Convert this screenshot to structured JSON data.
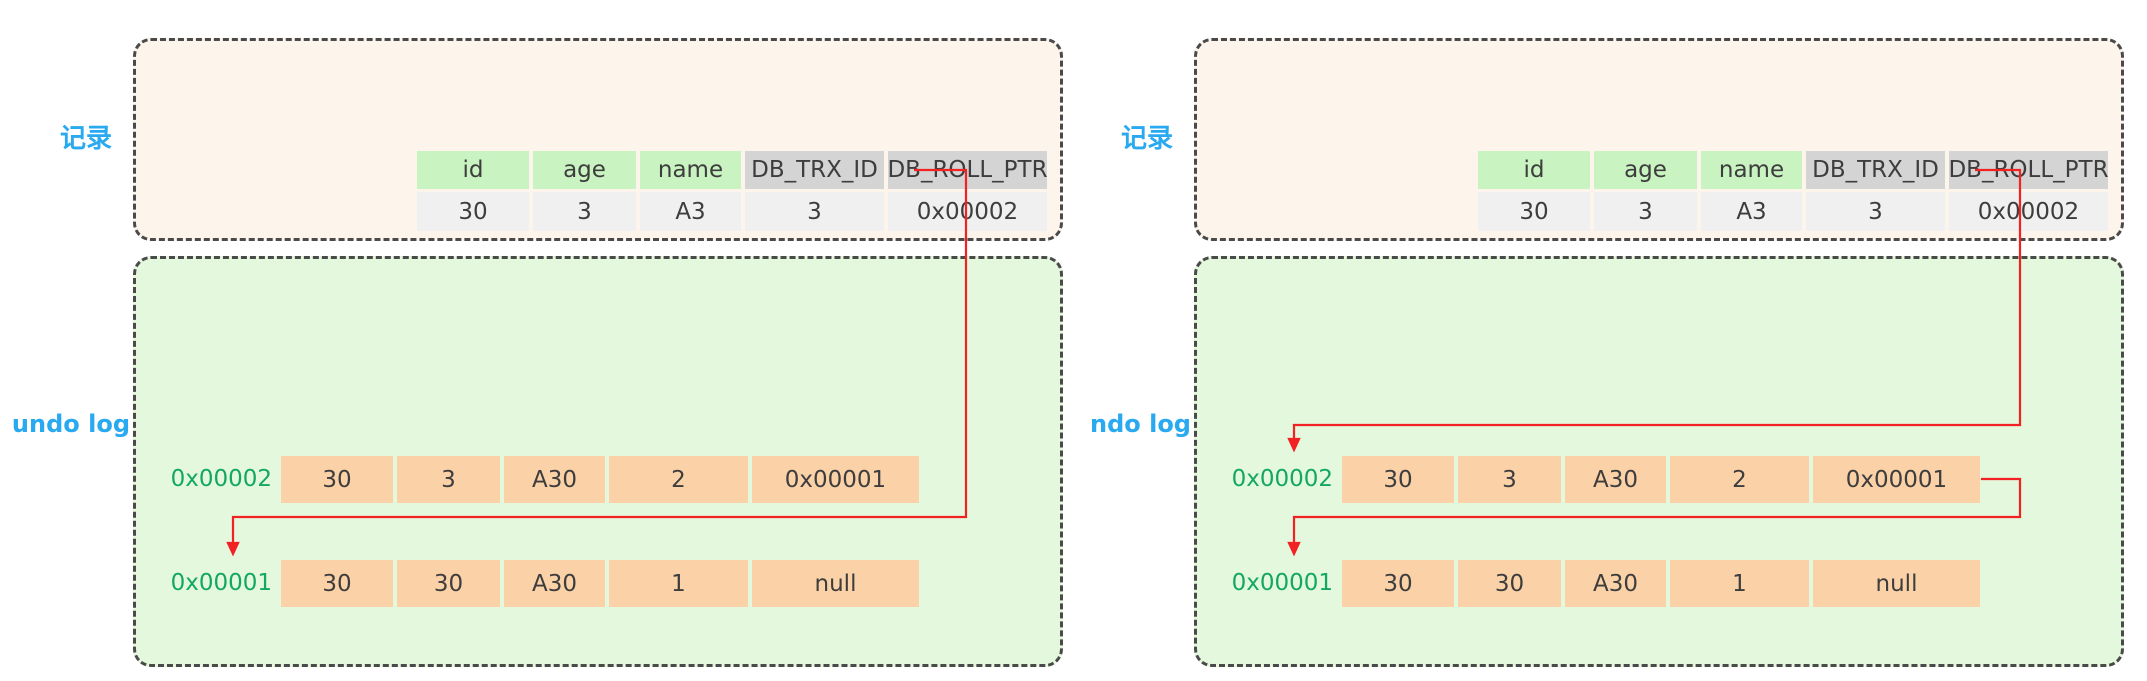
{
  "colors": {
    "background": "#ffffff",
    "record_box_bg": "#fdf4ec",
    "undo_box_bg": "#e4f8de",
    "dashed_border": "#4a4a4a",
    "header_green": "#c9f3c1",
    "header_gray": "#d4d4d4",
    "value_cell_bg": "#f0f0f0",
    "undo_cell_bg": "#fbd1a7",
    "label_cyan": "#29a9f0",
    "addr_green": "#13a85f",
    "arrow_red": "#f22222",
    "cell_text": "#3d3d3d"
  },
  "record_table": {
    "headers": [
      "id",
      "age",
      "name",
      "DB_TRX_ID",
      "DB_ROLL_PTR"
    ],
    "row": [
      "30",
      "3",
      "A3",
      "3",
      "0x00002"
    ]
  },
  "undo_rows": [
    {
      "addr": "0x00002",
      "cells": [
        "30",
        "3",
        "A30",
        "2",
        "0x00001"
      ]
    },
    {
      "addr": "0x00001",
      "cells": [
        "30",
        "30",
        "A30",
        "1",
        "null"
      ]
    }
  ],
  "panels": {
    "left": {
      "record_label": "记录",
      "undo_label": "undo log"
    },
    "right": {
      "record_label": "记录",
      "undo_label": "ndo log"
    }
  }
}
